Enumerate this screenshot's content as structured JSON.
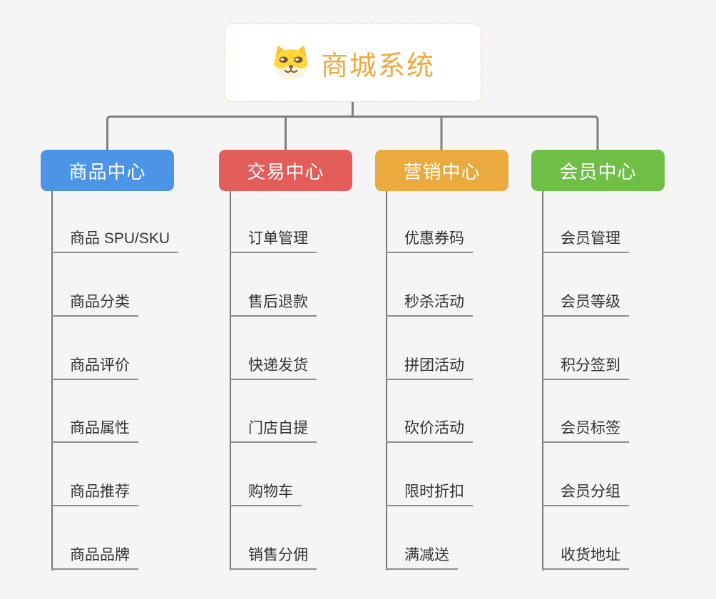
{
  "root": {
    "title": "商城系统",
    "title_color": "#F0A93C",
    "border_color": "#F0BD62",
    "background": "#FFFFFF",
    "icon": "dog-face-icon"
  },
  "branches": [
    {
      "label": "商品中心",
      "color": "#4B94E6",
      "items": [
        "商品 SPU/SKU",
        "商品分类",
        "商品评价",
        "商品属性",
        "商品推荐",
        "商品品牌"
      ]
    },
    {
      "label": "交易中心",
      "color": "#E35D5B",
      "items": [
        "订单管理",
        "售后退款",
        "快递发货",
        "门店自提",
        "购物车",
        "销售分佣"
      ]
    },
    {
      "label": "营销中心",
      "color": "#EBAA3E",
      "items": [
        "优惠券码",
        "秒杀活动",
        "拼团活动",
        "砍价活动",
        "限时折扣",
        "满减送"
      ]
    },
    {
      "label": "会员中心",
      "color": "#6FBE45",
      "items": [
        "会员管理",
        "会员等级",
        "积分签到",
        "会员标签",
        "会员分组",
        "收货地址"
      ]
    }
  ],
  "style": {
    "connector_color": "#7F7F7F",
    "item_text_color": "#333333",
    "background": "#F5F5F6"
  }
}
